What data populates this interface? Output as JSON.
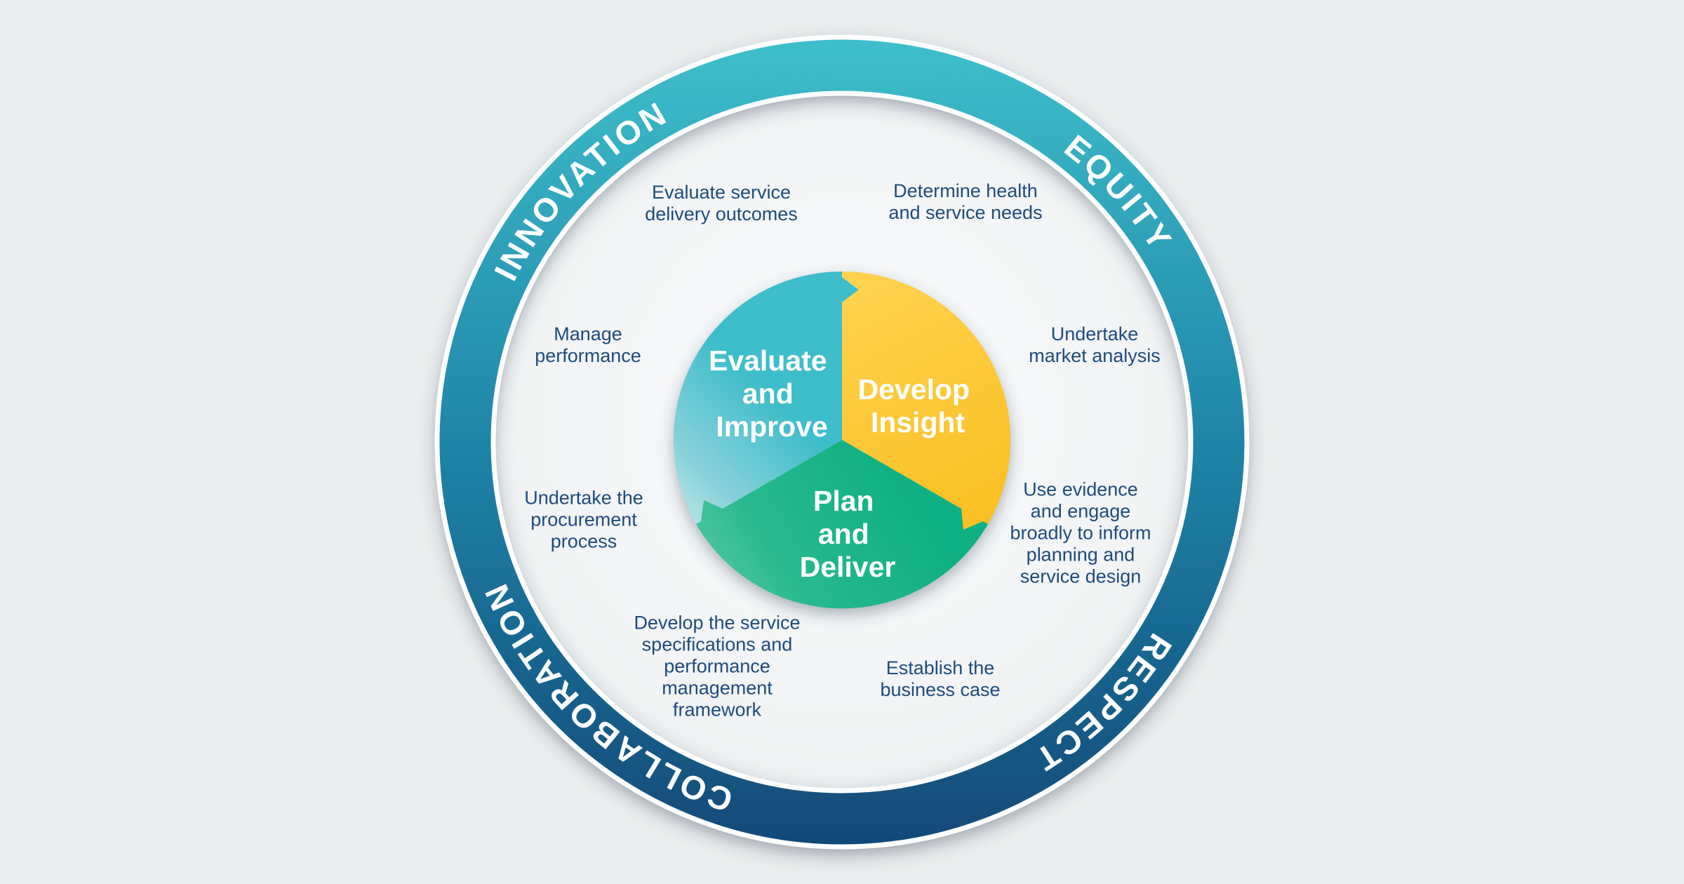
{
  "colors": {
    "background": "#EBEDEE",
    "ring_gradient_top": "#3EBFCB",
    "ring_gradient_middle": "#1F85A8",
    "ring_gradient_bottom": "#114979",
    "ring_text": "#FFFFFF",
    "segment_text": "#FFFFFF",
    "activity_text": "#1E4B7C"
  },
  "ring": {
    "values": [
      {
        "id": "innovation",
        "word": "INNOVATION"
      },
      {
        "id": "equity",
        "word": "EQUITY"
      },
      {
        "id": "respect",
        "word": "RESPECT"
      },
      {
        "id": "collaboration",
        "word": "COLLABORATION"
      }
    ]
  },
  "cycle": {
    "segments": [
      {
        "id": "evaluate-and-improve",
        "lines": [
          "Evaluate",
          "and",
          "Improve"
        ],
        "color_start": "#3EBDCA",
        "color_end": "#BCE6E9"
      },
      {
        "id": "develop-insight",
        "lines": [
          "Develop",
          "Insight"
        ],
        "color_start": "#FFD24E",
        "color_end": "#F9BE1F"
      },
      {
        "id": "plan-and-deliver",
        "lines": [
          "Plan",
          "and",
          "Deliver"
        ],
        "color_start": "#0FB083",
        "color_end": "#5FCAA5"
      }
    ]
  },
  "activities": [
    {
      "id": "evaluate-service-delivery-outcomes",
      "text": "Evaluate service\ndelivery outcomes"
    },
    {
      "id": "determine-health-and-service-needs",
      "text": "Determine health\nand service needs"
    },
    {
      "id": "manage-performance",
      "text": "Manage\nperformance"
    },
    {
      "id": "undertake-market-analysis",
      "text": "Undertake\nmarket analysis"
    },
    {
      "id": "undertake-the-procurement-process",
      "text": "Undertake the\nprocurement\nprocess"
    },
    {
      "id": "use-evidence-to-inform-planning",
      "text": "Use evidence\nand engage\nbroadly to inform\nplanning and\nservice design"
    },
    {
      "id": "develop-service-specifications-framework",
      "text": "Develop the service\nspecifications and\nperformance\nmanagement\nframework"
    },
    {
      "id": "establish-the-business-case",
      "text": "Establish the\nbusiness case"
    }
  ]
}
